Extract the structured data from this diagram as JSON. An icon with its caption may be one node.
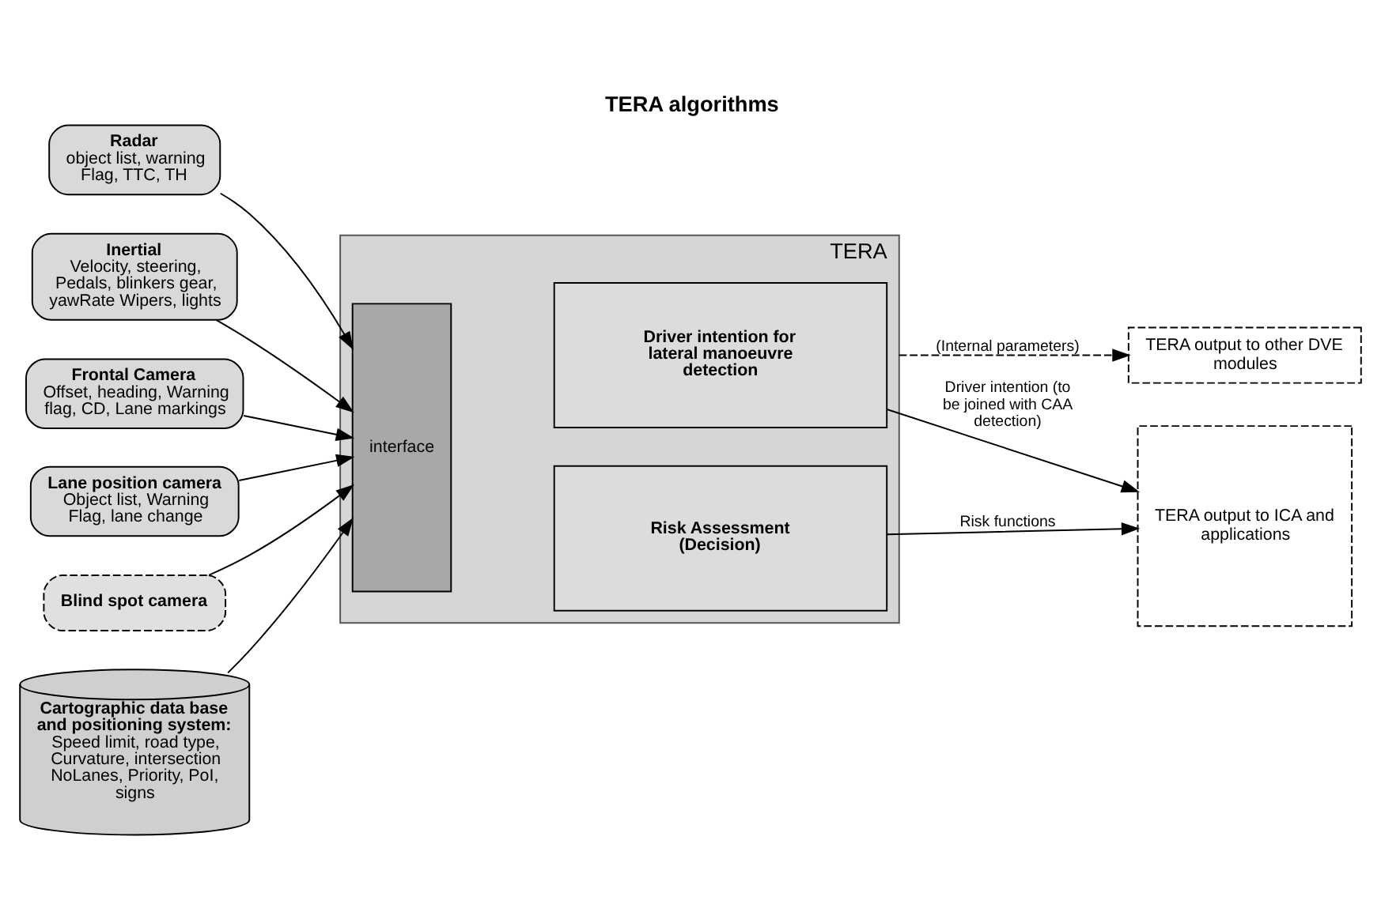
{
  "diagram": {
    "title": "TERA algorithms",
    "nodes": [
      {
        "text": [
          "Radar",
          "object list, warning Flag, TTC, TH"
        ]
      },
      {
        "text": [
          "Inertial",
          "Velocity, steering, Pedals, blinkers gear, yawRate Wipers, lights"
        ]
      },
      {
        "text": [
          "Frontal Camera",
          "Offset, heading, Warning flag, CD, Lane markings"
        ]
      },
      {
        "text": [
          "Lane position camera",
          "Object list, Warning Flag, lane change"
        ]
      },
      {
        "text": [
          "Blind spot camera"
        ]
      },
      {
        "text": [
          "Cartographic data base and positioning system:",
          "Speed limit, road type, Curvature, intersection NoLanes, Priority, PoI, signs"
        ]
      },
      {
        "text": [
          "TERA"
        ]
      },
      {
        "text": [
          "interface"
        ],
        "in": 6
      },
      {
        "text": [
          "Driver intention for lateral manoeuvre detection"
        ],
        "in": 6
      },
      {
        "text": [
          "Risk Assessment (Decision)"
        ],
        "in": 6
      },
      {
        "text": [
          "TERA output to other DVE modules"
        ]
      },
      {
        "text": [
          "TERA output to ICA and applications"
        ]
      }
    ],
    "edges": [
      {
        "from": 0,
        "to": 7,
        "arrow": "to"
      },
      {
        "from": 1,
        "to": 7,
        "arrow": "to"
      },
      {
        "from": 2,
        "to": 7,
        "arrow": "to"
      },
      {
        "from": 3,
        "to": 7,
        "arrow": "to"
      },
      {
        "from": 4,
        "to": 7,
        "arrow": "to"
      },
      {
        "from": 5,
        "to": 7,
        "arrow": "to"
      },
      {
        "from": 6,
        "to": 10,
        "arrow": "to",
        "style": "dashed",
        "label": "(Internal parameters)"
      },
      {
        "from": 8,
        "to": 11,
        "arrow": "to",
        "label": "Driver intention (to be joined with CAA detection)"
      },
      {
        "from": 9,
        "to": 11,
        "arrow": "to",
        "label": "Risk functions"
      }
    ]
  }
}
